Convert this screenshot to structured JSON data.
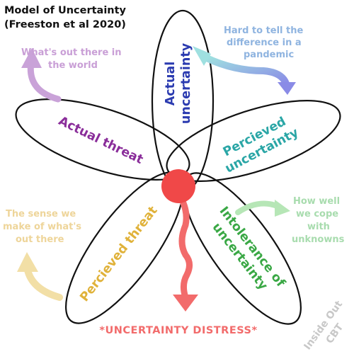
{
  "title": {
    "line1": "Model of Uncertainty",
    "line2": "(Freeston et al 2020)"
  },
  "petals": {
    "actual_uncertainty": {
      "line1": "Actual",
      "line2": "uncertainty",
      "color": "#2b3bb0"
    },
    "perceived_uncertainty": {
      "line1": "Percieved",
      "line2": "uncertainty",
      "color": "#2aa6a6"
    },
    "intolerance": {
      "line1": "Intolerance of",
      "line2": "uncertainty",
      "color": "#3aa845"
    },
    "perceived_threat": {
      "line1": "Percieved threat",
      "color": "#e0b23a"
    },
    "actual_threat": {
      "line1": "Actual threat",
      "color": "#8a2d9a"
    }
  },
  "notes": {
    "whats_out_there": {
      "line1": "What's out there in",
      "line2": "the world",
      "color": "#c99fd6"
    },
    "hard_to_tell": {
      "line1": "Hard to tell the",
      "line2": "difference in a",
      "line3": "pandemic",
      "color": "#8fb4e0"
    },
    "how_well": {
      "line1": "How well",
      "line2": "we cope",
      "line3": "with",
      "line4": "unknowns",
      "color": "#a8dcae"
    },
    "sense_we_make": {
      "line1": "The sense we",
      "line2": "make of what's",
      "line3": "out there",
      "color": "#eed59a"
    }
  },
  "outcome": {
    "label": "*UNCERTAINTY DISTRESS*",
    "color": "#f26b6b"
  },
  "watermark": {
    "line1": "Inside Out",
    "line2": "CBT"
  },
  "colors": {
    "center_dot": "#f04848",
    "outline": "#111111",
    "arrow_purple": "#c9a2d8",
    "arrow_blue_start": "#9fe0e0",
    "arrow_blue_end": "#8a8be6",
    "arrow_green": "#b6e6b6",
    "arrow_yellow": "#f2dfa6",
    "arrow_red": "#f26b6b"
  }
}
